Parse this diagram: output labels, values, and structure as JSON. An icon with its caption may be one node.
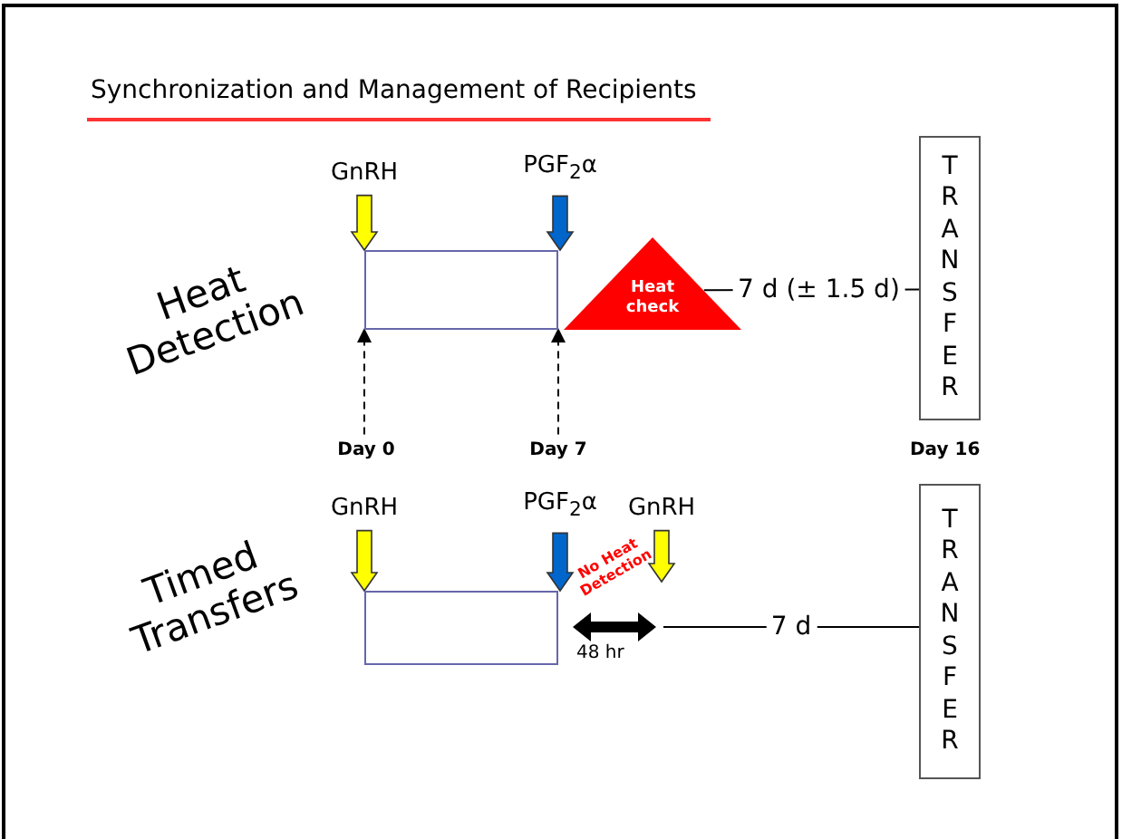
{
  "diagram": {
    "title": "Synchronization and Management of Recipients",
    "nodes": [
      {
        "text": [
          "GnRH"
        ]
      },
      {
        "text": [
          "PGF$_{2}$α"
        ]
      },
      {
        "text": [],
        "shape": "box"
      },
      {
        "text": [
          "Heat check"
        ]
      },
      {
        "text": [
          "TRANSFER"
        ]
      },
      {
        "text": [
          "Day 0"
        ]
      },
      {
        "text": [
          "Day 7"
        ]
      },
      {
        "text": [
          "GnRH"
        ]
      },
      {
        "text": [
          "PGF$_{2}$α"
        ]
      },
      {
        "text": [
          "GnRH"
        ]
      },
      {
        "text": [],
        "shape": "box"
      },
      {
        "text": [
          "TRANSFER"
        ]
      }
    ],
    "edges": [
      {
        "from": 0,
        "to": 2,
        "arrow": "to",
        "style": "thick",
        "color": "#ffff00"
      },
      {
        "from": 1,
        "to": 2,
        "arrow": "to",
        "style": "thick",
        "color": "#0066cc"
      },
      {
        "from": 5,
        "to": 2,
        "arrow": "to",
        "style": "dashed"
      },
      {
        "from": 6,
        "to": 2,
        "arrow": "to",
        "style": "dashed"
      },
      {
        "from": 3,
        "to": 4,
        "arrow": "none",
        "label": "7 d (± 1.5 d)"
      },
      {
        "from": 7,
        "to": 10,
        "arrow": "to",
        "style": "thick",
        "color": "#ffff00"
      },
      {
        "from": 8,
        "to": 10,
        "arrow": "to",
        "style": "thick",
        "color": "#0066cc"
      },
      {
        "from": 9,
        "to": null,
        "arrow": "to",
        "style": "thick",
        "color": "#ffff00"
      },
      {
        "from": null,
        "to": 11,
        "arrow": "none",
        "label": "7 d"
      }
    ],
    "labels": [
      "Heat Detection",
      "Day 16",
      "Timed Transfers",
      "No Heat Detection",
      "48 hr"
    ]
  }
}
